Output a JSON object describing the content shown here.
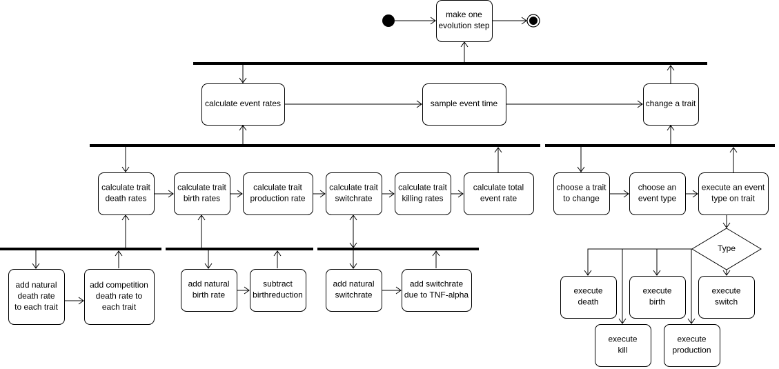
{
  "nodes": {
    "make_step": [
      "make one",
      "evolution step"
    ],
    "calc_event_rates": [
      "calculate event rates"
    ],
    "sample_event_time": [
      "sample event time"
    ],
    "change_trait": [
      "change a trait"
    ],
    "death_rates": [
      "calculate trait",
      "death rates"
    ],
    "birth_rates": [
      "calculate trait",
      "birth rates"
    ],
    "production_rate": [
      "calculate trait",
      "production rate"
    ],
    "switchrate": [
      "calculate trait",
      "switchrate"
    ],
    "killing_rates": [
      "calculate trait",
      "killing rates"
    ],
    "total_rate": [
      "calculate total",
      "event rate"
    ],
    "choose_trait": [
      "choose a trait",
      "to change"
    ],
    "choose_event": [
      "choose an",
      "event type"
    ],
    "execute_event": [
      "execute an event",
      "type on trait"
    ],
    "add_death": [
      "add natural",
      "death rate",
      "to each trait"
    ],
    "add_competition": [
      "add competition",
      "death rate to",
      "each trait"
    ],
    "add_birth": [
      "add natural",
      "birth rate"
    ],
    "subtract_birth": [
      "subtract",
      "birthreduction"
    ],
    "add_switch": [
      "add natural",
      "switchrate"
    ],
    "add_switch_tnf": [
      "add switchrate",
      "due to TNF-alpha"
    ],
    "type_decision": [
      "Type"
    ],
    "exec_death": [
      "execute",
      "death"
    ],
    "exec_birth": [
      "execute",
      "birth"
    ],
    "exec_switch": [
      "execute",
      "switch"
    ],
    "exec_kill": [
      "execute",
      "kill"
    ],
    "exec_production": [
      "execute",
      "production"
    ]
  }
}
